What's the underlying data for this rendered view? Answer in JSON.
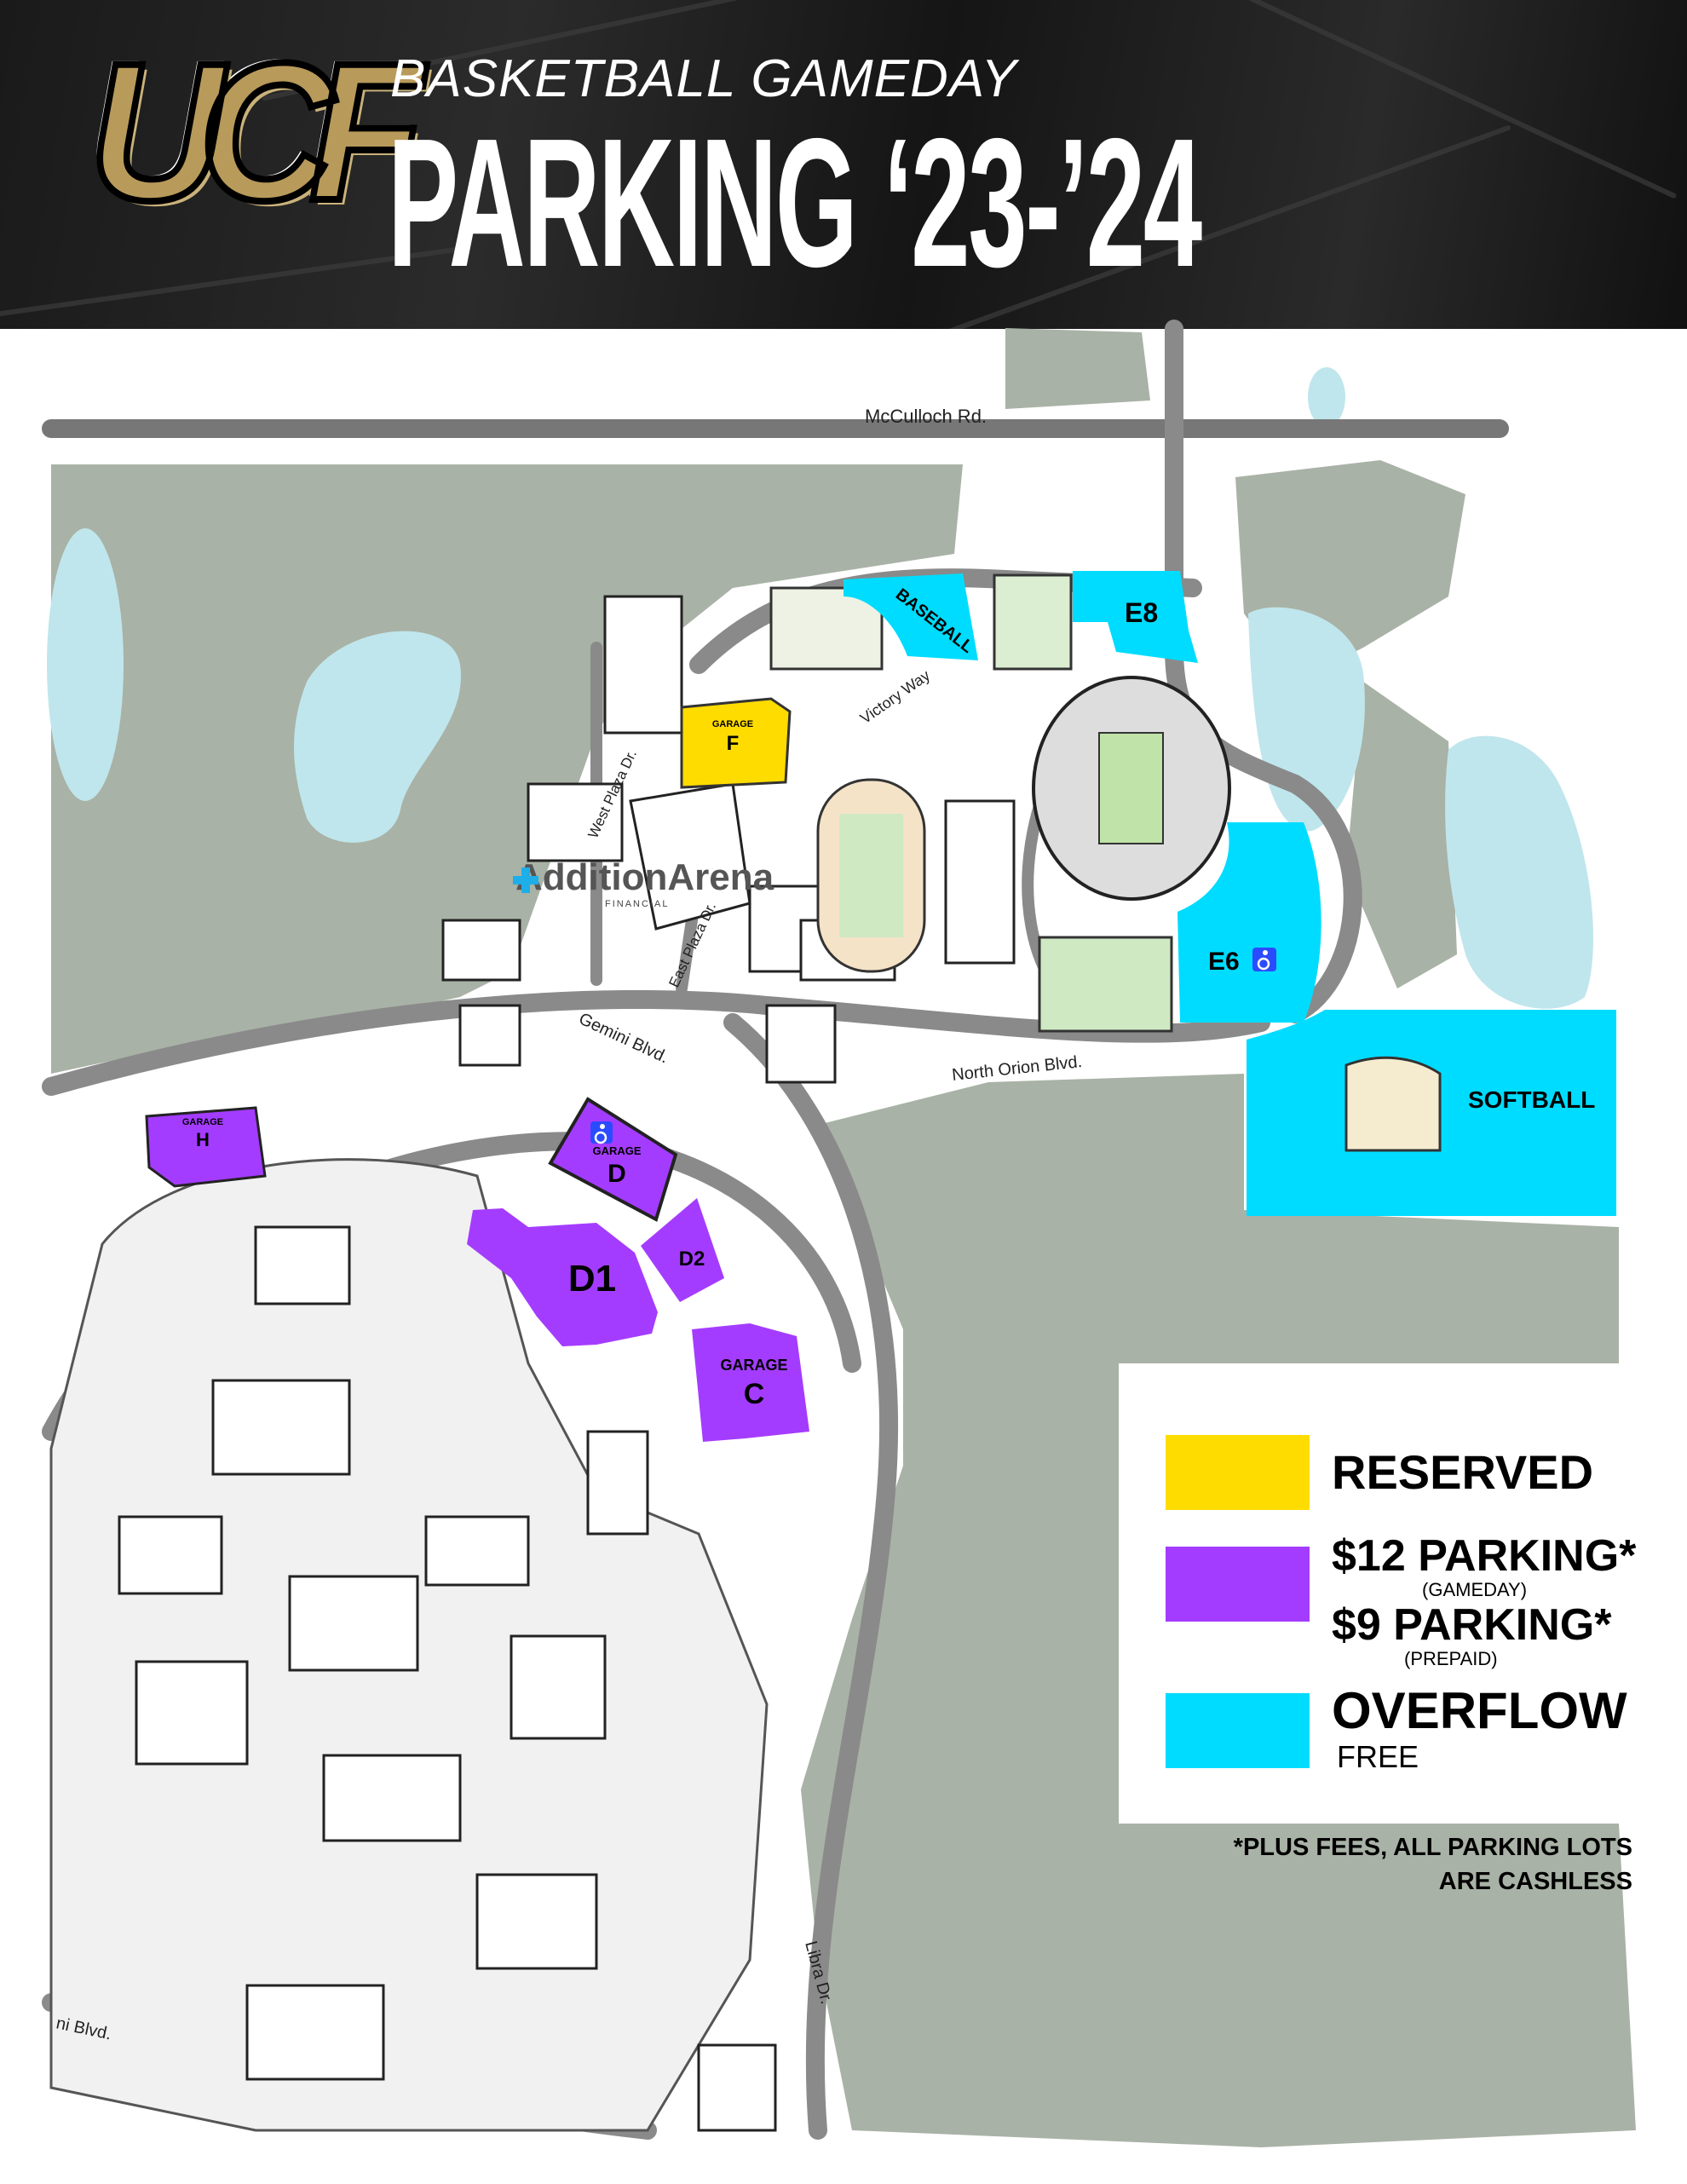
{
  "header": {
    "logo_text": "UCF",
    "subtitle": "BASKETBALL GAMEDAY",
    "title": "PARKING ‘23-’24"
  },
  "map": {
    "roads": {
      "mcculloch": "McCulloch Rd.",
      "victory_way": "Victory Way",
      "west_plaza": "West Plaza Dr.",
      "east_plaza": "East Plaza Dr.",
      "gemini": "Gemini Blvd.",
      "north_orion": "North Orion Blvd.",
      "libra": "Libra Dr.",
      "gemini_sw": "ni Blvd."
    },
    "arena": {
      "name_a": "Addition",
      "name_b": "Arena",
      "sponsor": "FINANCIAL"
    },
    "lots": {
      "garage_f": {
        "small": "GARAGE",
        "big": "F"
      },
      "baseball": "BASEBALL",
      "e8": "E8",
      "e6": "E6",
      "softball": "SOFTBALL",
      "garage_h": {
        "small": "GARAGE",
        "big": "H"
      },
      "garage_d": {
        "small": "GARAGE",
        "big": "D"
      },
      "d1": "D1",
      "d2": "D2",
      "garage_c": {
        "small": "GARAGE",
        "big": "C"
      }
    },
    "colors": {
      "reserved": "#ffdc00",
      "paid": "#a43cff",
      "overflow": "#00dcff",
      "forest": "#a9b2a6",
      "water": "#bfe6ec"
    }
  },
  "legend": {
    "reserved": "RESERVED",
    "paid_gameday": "$12 PARKING*",
    "paid_gameday_note": "(GAMEDAY)",
    "paid_prepaid": "$9 PARKING*",
    "paid_prepaid_note": "(PREPAID)",
    "overflow": "OVERFLOW",
    "overflow_note": "FREE"
  },
  "footnote": {
    "line1": "*PLUS FEES, ALL PARKING LOTS",
    "line2": "ARE CASHLESS"
  }
}
